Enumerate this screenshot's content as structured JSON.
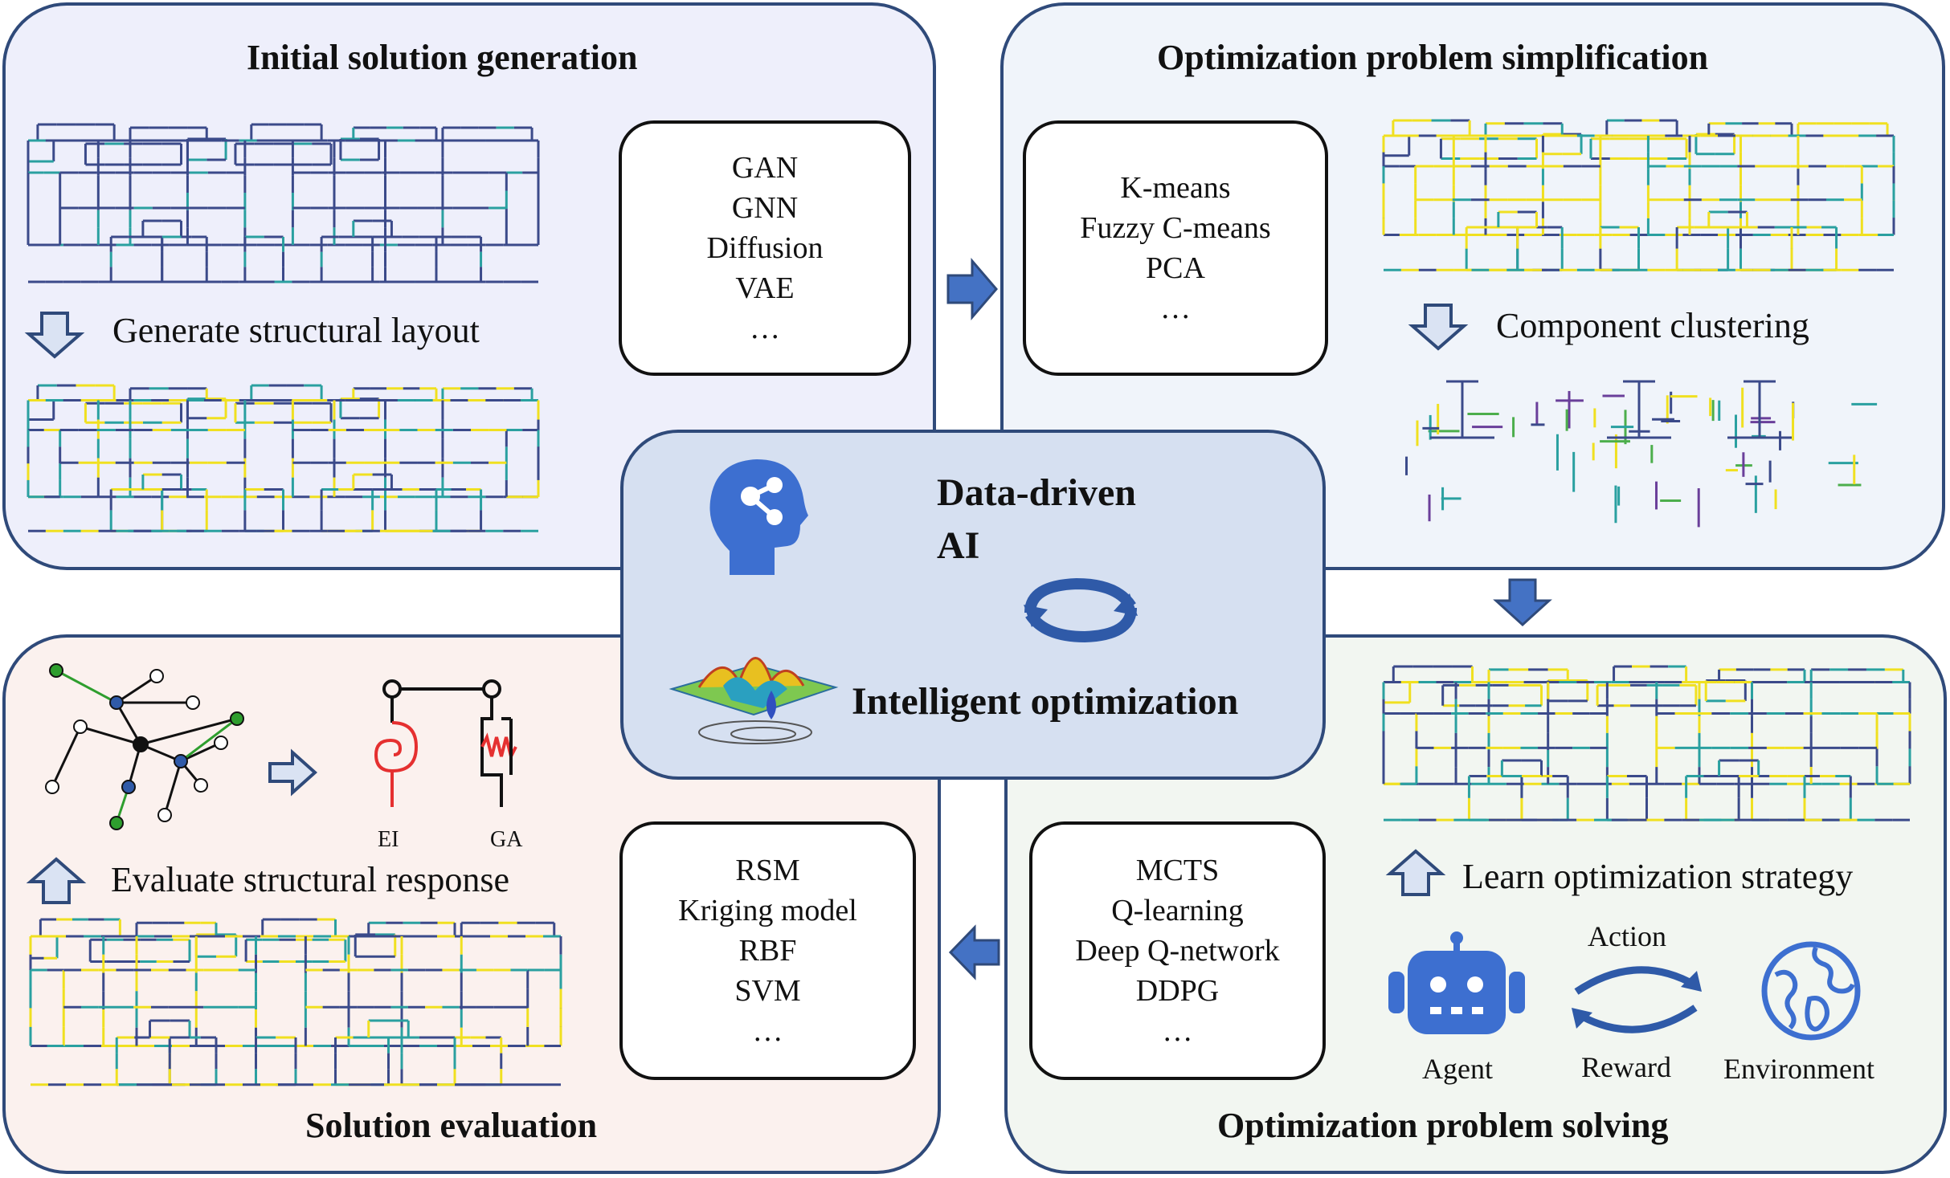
{
  "panels": {
    "initial": {
      "title": "Initial solution generation",
      "methods": [
        "GAN",
        "GNN",
        "Diffusion",
        "VAE",
        "…"
      ],
      "step_label": "Generate structural layout"
    },
    "simplification": {
      "title": "Optimization problem simplification",
      "methods": [
        "K-means",
        "Fuzzy C-means",
        "PCA",
        "…"
      ],
      "step_label": "Component clustering"
    },
    "evaluation": {
      "title": "Solution evaluation",
      "methods": [
        "RSM",
        "Kriging model",
        "RBF",
        "SVM",
        "…"
      ],
      "step_label": "Evaluate structural response",
      "ei_label": "EI",
      "ga_label": "GA"
    },
    "solving": {
      "title": "Optimization problem solving",
      "methods": [
        "MCTS",
        "Q-learning",
        "Deep Q-network",
        "DDPG",
        "…"
      ],
      "step_label": "Learn optimization strategy",
      "agent_label": "Agent",
      "action_label": "Action",
      "reward_label": "Reward",
      "environment_label": "Environment"
    }
  },
  "center": {
    "line1": "Data-driven",
    "line2": "AI",
    "line3": "Intelligent optimization"
  },
  "colors": {
    "panel_border": "#2f4a7a",
    "arrow_fill": "#4472c4",
    "light_arrow_fill": "#dae3f3",
    "wall_dark": "#3b4a8a",
    "wall_yellow": "#f0e020",
    "wall_teal": "#2aa0a0",
    "wall_green": "#4cae4c",
    "icon_blue": "#3d6fd0"
  }
}
